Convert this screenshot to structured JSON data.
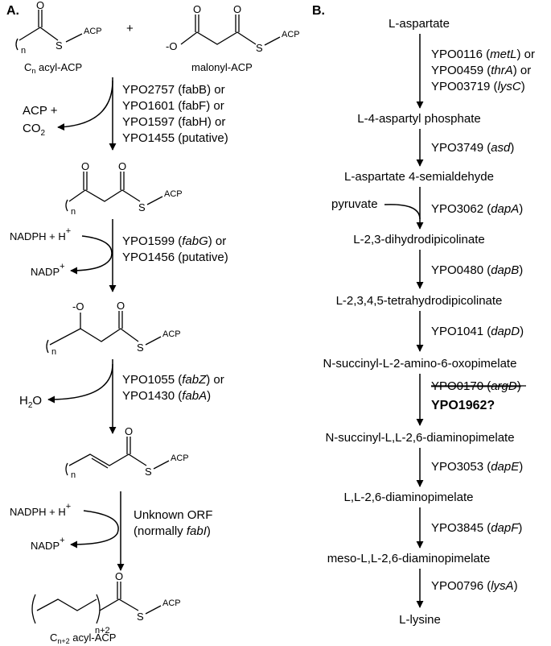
{
  "panel_a": {
    "label": "A.",
    "plus_sign": "+",
    "mol": {
      "subscript_n": "n",
      "subscript_n_plus_2": "n+2",
      "s_atom": "S",
      "acp": "ACP",
      "o_atom": "O",
      "o_minus": "-O",
      "o_minus_left": "-O"
    },
    "acyl_acp_label": "C",
    "acyl_acp_label_sub": "n",
    "acyl_acp_label_rest": " acyl-ACP",
    "malonyl_acp_label": "malonyl-ACP",
    "final_label": "C",
    "final_label_sub": "n+2",
    "final_label_rest": " acyl-ACP",
    "steps": [
      {
        "side_product_line1": "ACP +",
        "side_product_line2": "CO",
        "side_product_line2_sub": "2",
        "enzymes": [
          "YPO2757 (fabB) or",
          "YPO1601 (fabF) or",
          "YPO1597 (fabH) or",
          "YPO1455 (putative)"
        ]
      },
      {
        "cofactor_in": "NADPH + H",
        "cofactor_in_sup": "+",
        "cofactor_out": "NADP",
        "cofactor_out_sup": "+",
        "enzyme_lines": [
          {
            "pre": "YPO1599 (",
            "italic": "fabG",
            "post": ") or"
          },
          {
            "pre": "YPO1456 (putative)",
            "italic": "",
            "post": ""
          }
        ]
      },
      {
        "side_product": "H",
        "side_product_sub": "2",
        "side_product_rest": "O",
        "enzyme_lines": [
          {
            "pre": "YPO1055 (",
            "italic": "fabZ",
            "post": ") or"
          },
          {
            "pre": "YPO1430 (",
            "italic": "fabA",
            "post": ")"
          }
        ]
      },
      {
        "cofactor_in": "NADPH + H",
        "cofactor_in_sup": "+",
        "cofactor_out": "NADP",
        "cofactor_out_sup": "+",
        "enzyme_lines": [
          {
            "pre": "Unknown ORF",
            "italic": "",
            "post": ""
          },
          {
            "pre": "(normally ",
            "italic": "fabI",
            "post": ")"
          }
        ]
      }
    ]
  },
  "panel_b": {
    "label": "B.",
    "compounds": [
      "L-aspartate",
      "L-4-aspartyl phosphate",
      "L-aspartate 4-semialdehyde",
      "L-2,3-dihydrodipicolinate",
      "L-2,3,4,5-tetrahydrodipicolinate",
      "N-succinyl-L-2-amino-6-oxopimelate",
      "N-succinyl-L,L-2,6-diaminopimelate",
      "L,L-2,6-diaminopimelate",
      "meso-L,L-2,6-diaminopimelate",
      "L-lysine"
    ],
    "step1": [
      {
        "pre": "YPO0116 (",
        "italic": "metL",
        "post": ") or"
      },
      {
        "pre": "YPO0459 (",
        "italic": "thrA",
        "post": ") or"
      },
      {
        "pre": "YPO03719 (",
        "italic": "lysC",
        "post": ")"
      }
    ],
    "step2": {
      "pre": "YPO3749 (",
      "italic": "asd",
      "post": ")"
    },
    "pyruvate": "pyruvate",
    "step3": {
      "pre": "YPO3062 (",
      "italic": "dapA",
      "post": ")"
    },
    "step4": {
      "pre": "YPO0480 (",
      "italic": "dapB",
      "post": ")"
    },
    "step5": {
      "pre": "YPO1041 (",
      "italic": "dapD",
      "post": ")"
    },
    "step6_struck": {
      "pre": "YPO0170 (",
      "italic": "argD",
      "post": ")"
    },
    "step6_bold": "YPO1962?",
    "step7": {
      "pre": "YPO3053 (",
      "italic": "dapE",
      "post": ")"
    },
    "step8": {
      "pre": "YPO3845 (",
      "italic": "dapF",
      "post": ")"
    },
    "step9": {
      "pre": "YPO0796 (",
      "italic": "lysA",
      "post": ")"
    }
  }
}
